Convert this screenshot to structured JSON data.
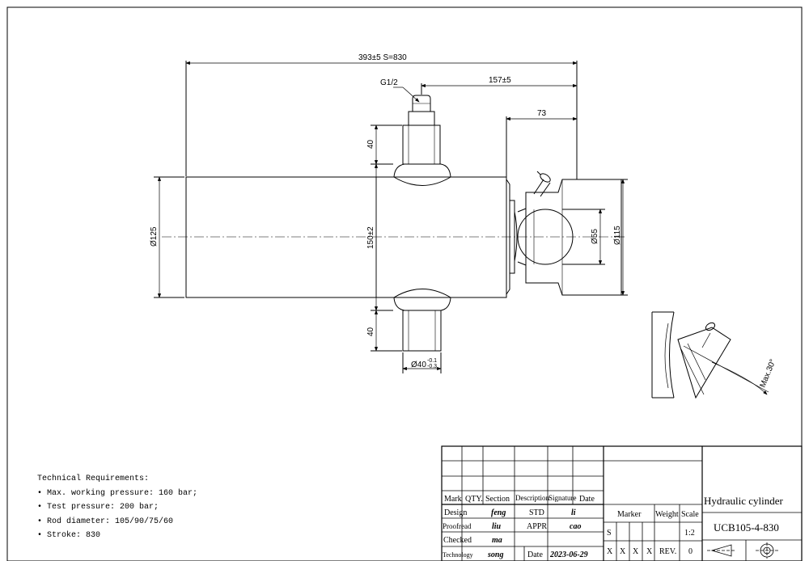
{
  "dimensions": {
    "overall": "393±5  S=830",
    "port": "G1/2",
    "to_port": "157±5",
    "to_head": "73",
    "dia_body": "Ø125",
    "pin_span": "150±2",
    "pin_len_top": "40",
    "pin_len_bottom": "40",
    "dia_ball": "Ø55",
    "dia_head": "Ø115",
    "pin_dia": "Ø40",
    "pin_tol_upper": "-0.1",
    "pin_tol_lower": "-0.3",
    "angle": "Max.30°"
  },
  "requirements": {
    "title": "Technical Requirements:",
    "items": [
      "• Max. working pressure: 160 bar;",
      "• Test pressure: 200 bar;",
      "• Rod diameter: 105/90/75/60",
      "• Stroke: 830"
    ]
  },
  "title_block": {
    "headers": {
      "mark": "Mark",
      "qty": "QTY.",
      "section": "Section",
      "description": "Description",
      "signature": "Signature",
      "date": "Date"
    },
    "rows": {
      "design": "Design",
      "design_sig": "feng",
      "std": "STD",
      "std_sig": "li",
      "proofread": "Proofread",
      "proofread_sig": "liu",
      "appr": "APPR",
      "appr_sig": "cao",
      "checked": "Checked",
      "checked_sig": "ma",
      "technology": "Technology",
      "technology_sig": "song",
      "date_label": "Date",
      "date_value": "2023-06-29"
    },
    "marker": "Marker",
    "weight": "Weight",
    "scale": "Scale",
    "scale_value": "1:2",
    "s_label": "S",
    "x1": "X",
    "x2": "X",
    "x3": "X",
    "x4": "X",
    "rev": "REV.",
    "rev_value": "0",
    "product_name": "Hydraulic cylinder",
    "part_number": "UCB105-4-830"
  }
}
